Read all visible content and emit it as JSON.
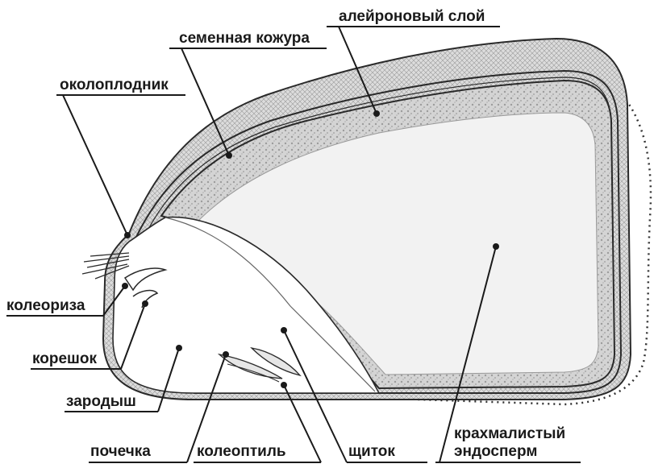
{
  "labels": {
    "aleurone": "алейроновый слой",
    "seed_coat": "семенная кожура",
    "pericarp": "околоплодник",
    "coleorhiza": "колеориза",
    "radicle": "корешок",
    "embryo": "зародыш",
    "plumule": "почечка",
    "coleoptile": "колеоптиль",
    "scutellum": "щиток",
    "endosperm_line1": "крахмалистый",
    "endosperm_line2": "эндосперм"
  },
  "colors": {
    "outline": "#2a2a2a",
    "pericarp_fill": "#d9d9d9",
    "aleurone_fill": "#cfcfcf",
    "endosperm_fill": "#f2f2f2",
    "embryo_fill": "#ffffff",
    "text": "#1a1a1a"
  }
}
